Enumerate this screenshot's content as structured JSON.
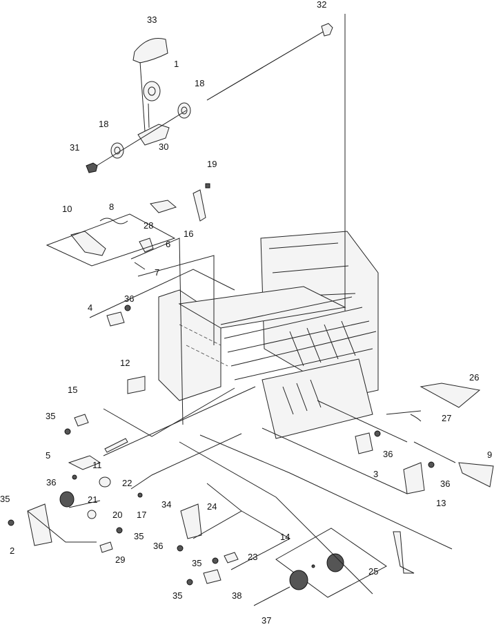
{
  "callouts": {
    "c1": "1",
    "c2": "2",
    "c3": "3",
    "c4": "4",
    "c5": "5",
    "c6": "6",
    "c7": "7",
    "c8": "8",
    "c9": "9",
    "c10": "10",
    "c11": "11",
    "c12": "12",
    "c13": "13",
    "c14": "14",
    "c15": "15",
    "c16": "16",
    "c17": "17",
    "c18a": "18",
    "c18b": "18",
    "c19": "19",
    "c20": "20",
    "c21": "21",
    "c22": "22",
    "c23": "23",
    "c24": "24",
    "c25": "25",
    "c26": "26",
    "c27": "27",
    "c28": "28",
    "c29": "29",
    "c30": "30",
    "c31": "31",
    "c32": "32",
    "c33": "33",
    "c34": "34",
    "c35a": "35",
    "c35b": "35",
    "c35c": "35",
    "c35d": "35",
    "c35e": "35",
    "c36a": "36",
    "c36b": "36",
    "c36c": "36",
    "c36d": "36",
    "c36e": "36",
    "c37": "37",
    "c38": "38"
  }
}
